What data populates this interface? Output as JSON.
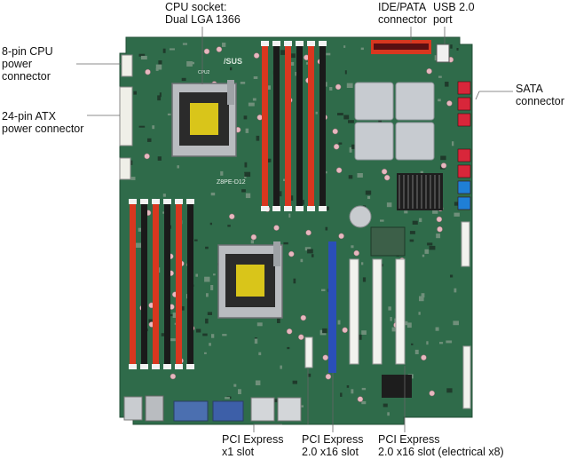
{
  "board": {
    "model_silk": "Z8PE-D12",
    "brand_silk": "/SUS",
    "socket_label": "CPU2"
  },
  "callouts": {
    "cpu_socket": "CPU socket:\nDual LGA 1366",
    "ide_pata": "IDE/PATA\nconnector",
    "usb": "USB 2.0\nport",
    "cpu_power": "8-pin CPU\npower\nconnector",
    "atx_power": "24-pin ATX\npower connector",
    "sata": "SATA\nconnector",
    "pcie_x1": "PCI Express\nx1 slot",
    "pcie_x16": "PCI Express\n2.0 x16 slot",
    "pcie_x16_x8": "PCI Express\n2.0 x16 slot (electrical x8)"
  },
  "colors": {
    "pcb": "#2f6b4a",
    "pcb_dark": "#234f37",
    "dimm_red": "#d8371f",
    "dimm_black": "#1a1a1a",
    "slot_white": "#f2f2ee",
    "slot_blue": "#2a4fb8",
    "sata_red": "#d8263a",
    "sata_blue": "#1f7fd6",
    "heatsink": "#c7cbd0",
    "chip_yellow": "#d9c51a",
    "cap_pink": "#e7b7bf"
  }
}
